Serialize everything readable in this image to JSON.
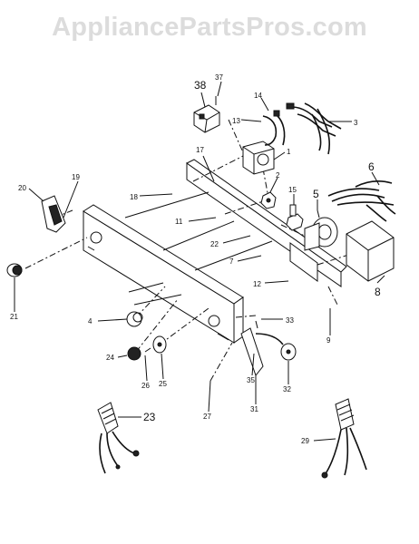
{
  "watermark": "AppliancePartsPros.com",
  "callouts": [
    "38",
    "37",
    "14",
    "13",
    "3",
    "17",
    "1",
    "6",
    "18",
    "19",
    "20",
    "2",
    "15",
    "5",
    "11",
    "22",
    "7",
    "12",
    "8",
    "21",
    "4",
    "9",
    "33",
    "24",
    "26",
    "25",
    "35",
    "32",
    "27",
    "31",
    "23",
    "29"
  ]
}
